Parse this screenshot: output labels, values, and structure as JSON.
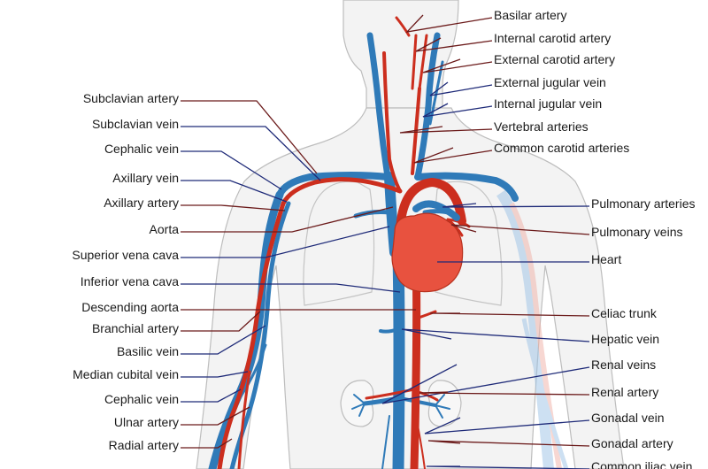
{
  "colors": {
    "artery": "#cc2e1e",
    "vein": "#2f7ab8",
    "heart": "#e8523f",
    "body_outline": "#bdbdbd",
    "body_fill": "#f3f3f3",
    "lung_outline": "#c4c4c4",
    "artery_leader": "#6b1a1a",
    "vein_leader": "#1e2a78"
  },
  "labels": {
    "left": [
      {
        "id": "subclavian-artery",
        "text": "Subclavian artery",
        "kind": "artery"
      },
      {
        "id": "subclavian-vein",
        "text": "Subclavian vein",
        "kind": "vein"
      },
      {
        "id": "cephalic-vein-upper",
        "text": "Cephalic vein",
        "kind": "vein"
      },
      {
        "id": "axillary-vein",
        "text": "Axillary vein",
        "kind": "vein"
      },
      {
        "id": "axillary-artery",
        "text": "Axillary artery",
        "kind": "artery"
      },
      {
        "id": "aorta",
        "text": "Aorta",
        "kind": "artery"
      },
      {
        "id": "superior-vena-cava",
        "text": "Superior vena cava",
        "kind": "vein"
      },
      {
        "id": "inferior-vena-cava",
        "text": "Inferior vena cava",
        "kind": "vein"
      },
      {
        "id": "descending-aorta",
        "text": "Descending aorta",
        "kind": "artery"
      },
      {
        "id": "branchial-artery",
        "text": "Branchial artery",
        "kind": "artery"
      },
      {
        "id": "basilic-vein",
        "text": "Basilic vein",
        "kind": "vein"
      },
      {
        "id": "median-cubital-vein",
        "text": "Median cubital vein",
        "kind": "vein"
      },
      {
        "id": "cephalic-vein-lower",
        "text": "Cephalic vein",
        "kind": "vein"
      },
      {
        "id": "ulnar-artery",
        "text": "Ulnar artery",
        "kind": "artery"
      },
      {
        "id": "radial-artery",
        "text": "Radial artery",
        "kind": "artery"
      }
    ],
    "right": [
      {
        "id": "basilar-artery",
        "text": "Basilar artery",
        "kind": "artery"
      },
      {
        "id": "internal-carotid-artery",
        "text": "Internal carotid artery",
        "kind": "artery"
      },
      {
        "id": "external-carotid-artery",
        "text": "External carotid artery",
        "kind": "artery"
      },
      {
        "id": "external-jugular-vein",
        "text": "External jugular vein",
        "kind": "vein"
      },
      {
        "id": "internal-jugular-vein",
        "text": "Internal jugular vein",
        "kind": "vein"
      },
      {
        "id": "vertebral-arteries",
        "text": "Vertebral arteries",
        "kind": "artery"
      },
      {
        "id": "common-carotid-arteries",
        "text": "Common carotid arteries",
        "kind": "artery"
      },
      {
        "id": "pulmonary-arteries",
        "text": "Pulmonary arteries",
        "kind": "vein"
      },
      {
        "id": "pulmonary-veins",
        "text": "Pulmonary veins",
        "kind": "artery"
      },
      {
        "id": "heart",
        "text": "Heart",
        "kind": "vein"
      },
      {
        "id": "celiac-trunk",
        "text": "Celiac trunk",
        "kind": "artery"
      },
      {
        "id": "hepatic-vein",
        "text": "Hepatic vein",
        "kind": "vein"
      },
      {
        "id": "renal-veins",
        "text": "Renal veins",
        "kind": "vein"
      },
      {
        "id": "renal-artery",
        "text": "Renal artery",
        "kind": "artery"
      },
      {
        "id": "gonadal-vein",
        "text": "Gonadal vein",
        "kind": "vein"
      },
      {
        "id": "gonadal-artery",
        "text": "Gonadal artery",
        "kind": "artery"
      },
      {
        "id": "common-iliac-vein",
        "text": "Common iliac vein",
        "kind": "vein"
      }
    ]
  }
}
